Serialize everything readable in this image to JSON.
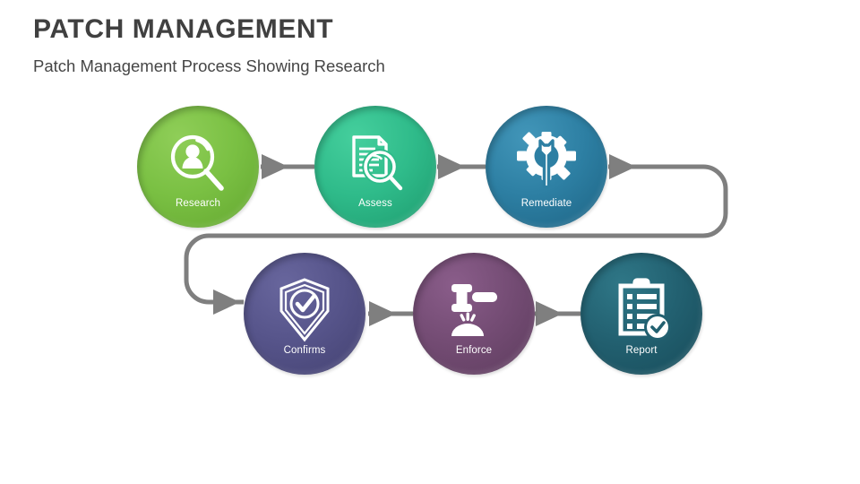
{
  "header": {
    "title": "PATCH MANAGEMENT",
    "subtitle": "Patch Management Process Showing Research"
  },
  "colors": {
    "title_text": "#404040",
    "subtitle_text": "#464646",
    "connector": "#7f7f7f",
    "background": "#ffffff",
    "label_text": "#ffffff"
  },
  "diagram": {
    "type": "process-flow",
    "direction": "left-to-right, wrapping to second row",
    "steps": [
      {
        "id": "research",
        "label": "Research",
        "icon": "person-magnifier-icon",
        "color": "#7ac043",
        "row": 1,
        "order": 1
      },
      {
        "id": "assess",
        "label": "Assess",
        "icon": "document-magnifier-icon",
        "color": "#2fbb8a",
        "row": 1,
        "order": 2
      },
      {
        "id": "remediate",
        "label": "Remediate",
        "icon": "gear-wrench-icon",
        "color": "#2d7fa3",
        "row": 1,
        "order": 3
      },
      {
        "id": "confirms",
        "label": "Confirms",
        "icon": "shield-check-icon",
        "color": "#56548a",
        "row": 2,
        "order": 4
      },
      {
        "id": "enforce",
        "label": "Enforce",
        "icon": "gavel-icon",
        "color": "#744c74",
        "row": 2,
        "order": 5
      },
      {
        "id": "report",
        "label": "Report",
        "icon": "clipboard-check-icon",
        "color": "#226070",
        "row": 2,
        "order": 6
      }
    ],
    "connectors": [
      {
        "from": "research",
        "to": "assess",
        "style": "straight-arrow"
      },
      {
        "from": "assess",
        "to": "remediate",
        "style": "straight-arrow"
      },
      {
        "from": "remediate",
        "to": "confirms",
        "style": "wrap-arrow"
      },
      {
        "from": "confirms",
        "to": "enforce",
        "style": "straight-arrow"
      },
      {
        "from": "enforce",
        "to": "report",
        "style": "straight-arrow"
      }
    ]
  }
}
